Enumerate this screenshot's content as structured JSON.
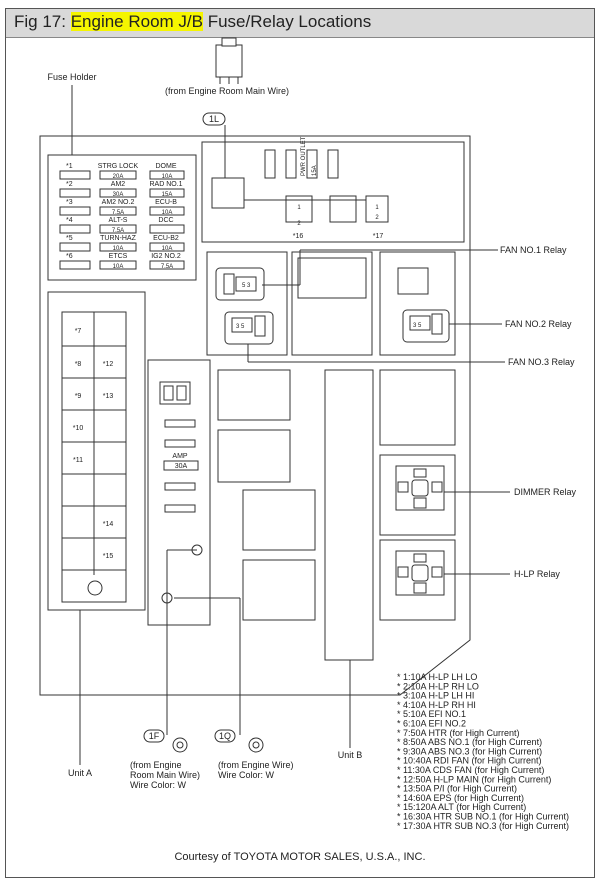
{
  "title": {
    "prefix": "Fig 17: ",
    "highlight": "Engine Room J/B",
    "rest": " Fuse/Relay Locations"
  },
  "labels": {
    "fuse_holder": "Fuse Holder",
    "from_main_wire_top": "(from Engine Room Main Wire)",
    "conn_1l": "1L",
    "conn_1f": "1F",
    "conn_1q": "1Q",
    "unit_a": "Unit A",
    "unit_b": "Unit B",
    "fan1": "FAN NO.1 Relay",
    "fan2": "FAN NO.2 Relay",
    "fan3": "FAN NO.3 Relay",
    "dimmer": "DIMMER Relay",
    "hlp": "H-LP Relay",
    "amp": "AMP",
    "amp_val": "30A",
    "pwr_outlet": "PWR OUTLET",
    "pwr_val": "15A",
    "ref16": "*16",
    "ref17": "*17",
    "from_main_wire_1f": [
      "(from Engine",
      "Room Main Wire)",
      "Wire Color: W"
    ],
    "from_wire_1q": [
      "(from Engine Wire)",
      "Wire Color: W"
    ],
    "courtesy": "Courtesy of TOYOTA MOTOR SALES, U.S.A., INC."
  },
  "fuse_holder_rows": [
    {
      "left": "*1",
      "name": "STRG LOCK",
      "right": "DOME"
    },
    {
      "left": "*2",
      "name": "AM2",
      "right": "RAD NO.1"
    },
    {
      "left": "*3",
      "name": "AM2 NO.2",
      "right": "ECU-B"
    },
    {
      "left": "*4",
      "name": "ALT-S",
      "right": "DCC"
    },
    {
      "left": "*5",
      "name": "TURN-HAZ",
      "right": "ECU-B2"
    },
    {
      "left": "*6",
      "name": "ETCS",
      "right": "IG2 NO.2"
    }
  ],
  "fuse_values_left": [
    "20A",
    "30A",
    "7.5A",
    "7.5A",
    "10A",
    "10A"
  ],
  "fuse_values_right": [
    "10A",
    "15A",
    "10A",
    "",
    "10A",
    "7.5A"
  ],
  "unit_a_refs": [
    "*7",
    "*8",
    "*9",
    "*10",
    "*11",
    "*12",
    "*13",
    "*14",
    "*15"
  ],
  "legend": [
    "* 1:10A H-LP LH LO",
    "* 2:10A H-LP RH LO",
    "* 3:10A H-LP LH HI",
    "* 4:10A H-LP RH HI",
    "* 5:10A EFI NO.1",
    "* 6:10A EFI NO.2",
    "* 7:50A HTR (for High Current)",
    "* 8:50A ABS NO.1 (for High Current)",
    "* 9:30A ABS NO.3 (for High Current)",
    "* 10:40A RDI FAN (for High Current)",
    "* 11:30A CDS FAN (for High Current)",
    "* 12:50A H-LP MAIN (for High Current)",
    "* 13:50A P/I (for High Current)",
    "* 14:60A EPS (for High Current)",
    "* 15:120A ALT (for High Current)",
    "* 16:30A HTR SUB NO.1 (for High Current)",
    "* 17:30A HTR SUB NO.3 (for High Current)"
  ]
}
